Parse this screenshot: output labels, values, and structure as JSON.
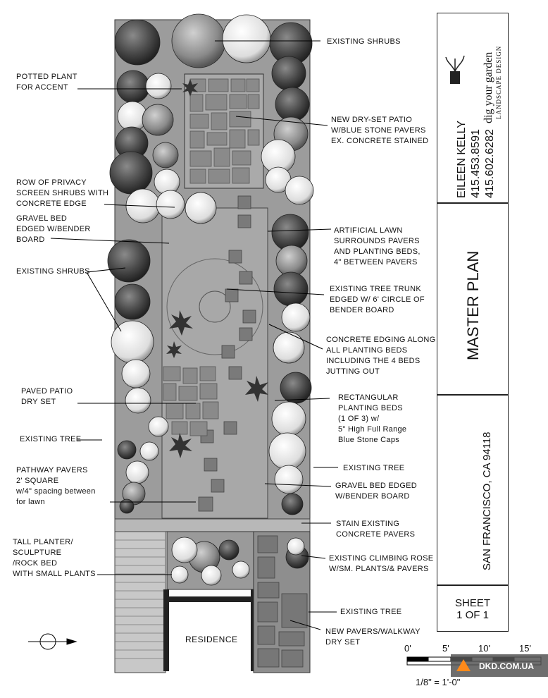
{
  "labels_left": [
    {
      "lines": [
        "POTTED PLANT",
        "FOR ACCENT"
      ]
    },
    {
      "lines": [
        "ROW OF PRIVACY",
        "SCREEN SHRUBS WITH",
        "CONCRETE EDGE"
      ]
    },
    {
      "lines": [
        "GRAVEL BED",
        "EDGED W/BENDER",
        "BOARD"
      ]
    },
    {
      "lines": [
        "EXISTING SHRUBS"
      ]
    },
    {
      "lines": [
        "PAVED PATIO",
        "DRY SET"
      ]
    },
    {
      "lines": [
        "EXISTING TREE"
      ]
    },
    {
      "lines": [
        "PATHWAY PAVERS",
        "2' SQUARE",
        "w/4\" spacing between",
        "for lawn"
      ]
    },
    {
      "lines": [
        "TALL PLANTER/",
        "SCULPTURE",
        "/ROCK BED",
        "WITH SMALL PLANTS"
      ]
    }
  ],
  "labels_right": [
    {
      "lines": [
        "EXISTING SHRUBS"
      ]
    },
    {
      "lines": [
        "NEW DRY-SET PATIO",
        "W/BLUE STONE PAVERS",
        "EX. CONCRETE STAINED"
      ]
    },
    {
      "lines": [
        "ARTIFICIAL LAWN",
        "SURROUNDS PAVERS",
        "AND PLANTING BEDS,",
        "4\" BETWEEN PAVERS"
      ]
    },
    {
      "lines": [
        "EXISTING TREE TRUNK",
        "EDGED W/ 6' CIRCLE OF",
        "BENDER BOARD"
      ]
    },
    {
      "lines": [
        "CONCRETE EDGING ALONG",
        "ALL PLANTING BEDS",
        "INCLUDING THE 4 BEDS",
        "JUTTING OUT"
      ]
    },
    {
      "lines": [
        "RECTANGULAR",
        "PLANTING BEDS",
        "(1 OF 3) w/",
        "5\" High Full Range",
        "Blue Stone Caps"
      ]
    },
    {
      "lines": [
        "EXISTING TREE"
      ]
    },
    {
      "lines": [
        "GRAVEL BED EDGED",
        "W/BENDER BOARD"
      ]
    },
    {
      "lines": [
        "STAIN EXISTING",
        "CONCRETE PAVERS"
      ]
    },
    {
      "lines": [
        "EXISTING CLIMBING ROSE",
        "W/SM. PLANTS/& PAVERS"
      ]
    },
    {
      "lines": [
        "EXISTING TREE"
      ]
    },
    {
      "lines": [
        "NEW PAVERS/WALKWAY",
        "DRY SET"
      ]
    }
  ],
  "residence": "RESIDENCE",
  "titleblock": {
    "company_line1": "dig your garden",
    "company_line2": "LANDSCAPE DESIGN",
    "designer": "EILEEN KELLY",
    "phone1": "415.453.8591",
    "phone2": "415.602.6282",
    "sheet_title": "MASTER PLAN",
    "address": "SAN FRANCISCO, CA 94118",
    "sheet_label": "SHEET",
    "sheet_number": "1 OF 1"
  },
  "scale": {
    "ticks": [
      "0'",
      "5'",
      "10'",
      "15'"
    ],
    "ratio": "1/8\" = 1'-0\""
  },
  "watermark": "DKD.COM.UA",
  "colors": {
    "lawn": "#a9a9a9",
    "paver": "#8c8c8c",
    "dark_tree": "#4a4a4a",
    "light_tree": "#d8d8d8"
  }
}
